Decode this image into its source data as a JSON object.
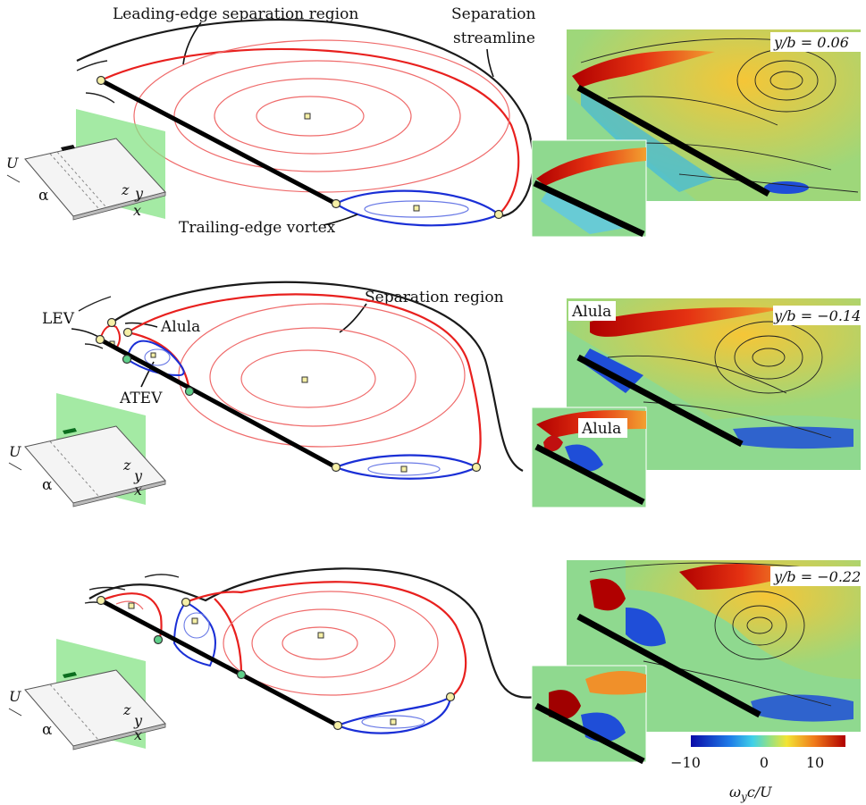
{
  "panel1": {
    "label_leading_edge": "Leading-edge separation region",
    "label_separation_line1": "Separation",
    "label_separation_line2": "streamline",
    "label_trailing_edge": "Trailing-edge vortex",
    "section": "y/b = 0.06"
  },
  "panel2": {
    "label_separation_region": "Separation region",
    "label_lev": "LEV",
    "label_alula": "Alula",
    "label_atev": "ATEV",
    "section": "y/b = −0.14",
    "flow_tag_main": "Alula",
    "flow_tag_inset": "Alula"
  },
  "panel3": {
    "section": "y/b = −0.22"
  },
  "wing_sketch": {
    "U": "U",
    "alpha": "α",
    "z": "z",
    "y": "y",
    "x": "x"
  },
  "colorbar": {
    "ticks": [
      "−10",
      "0",
      "10"
    ],
    "label": "ω_y c/U",
    "colors": {
      "neg": "#0a0aa8",
      "mid_neg": "#29b6f6",
      "zero": "#8ce08c",
      "mid_pos": "#f2e435",
      "pos": "#b00000"
    }
  },
  "colors": {
    "separation_red": "#e8201e",
    "vortex_blue": "#1a2fd6",
    "plane_green": "#86e386",
    "node_yellow": "#f6f0a6",
    "node_green": "#5fd08a"
  }
}
